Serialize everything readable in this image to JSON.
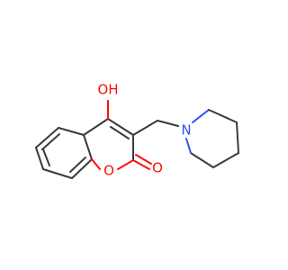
{
  "structure": {
    "atoms": {
      "hydroxyl_oxygen": {
        "label": "OH",
        "color": "#ff0d0d"
      },
      "ring_oxygen": {
        "label": "O",
        "color": "#ff0d0d"
      },
      "carbonyl_oxygen": {
        "label": "O",
        "color": "#ff0d0d"
      },
      "piperidine_nitrogen": {
        "label": "N",
        "color": "#3050f8"
      }
    },
    "colors": {
      "bond": "#3a3a3a",
      "oxygen": "#ff0d0d",
      "nitrogen": "#3050f8"
    }
  }
}
